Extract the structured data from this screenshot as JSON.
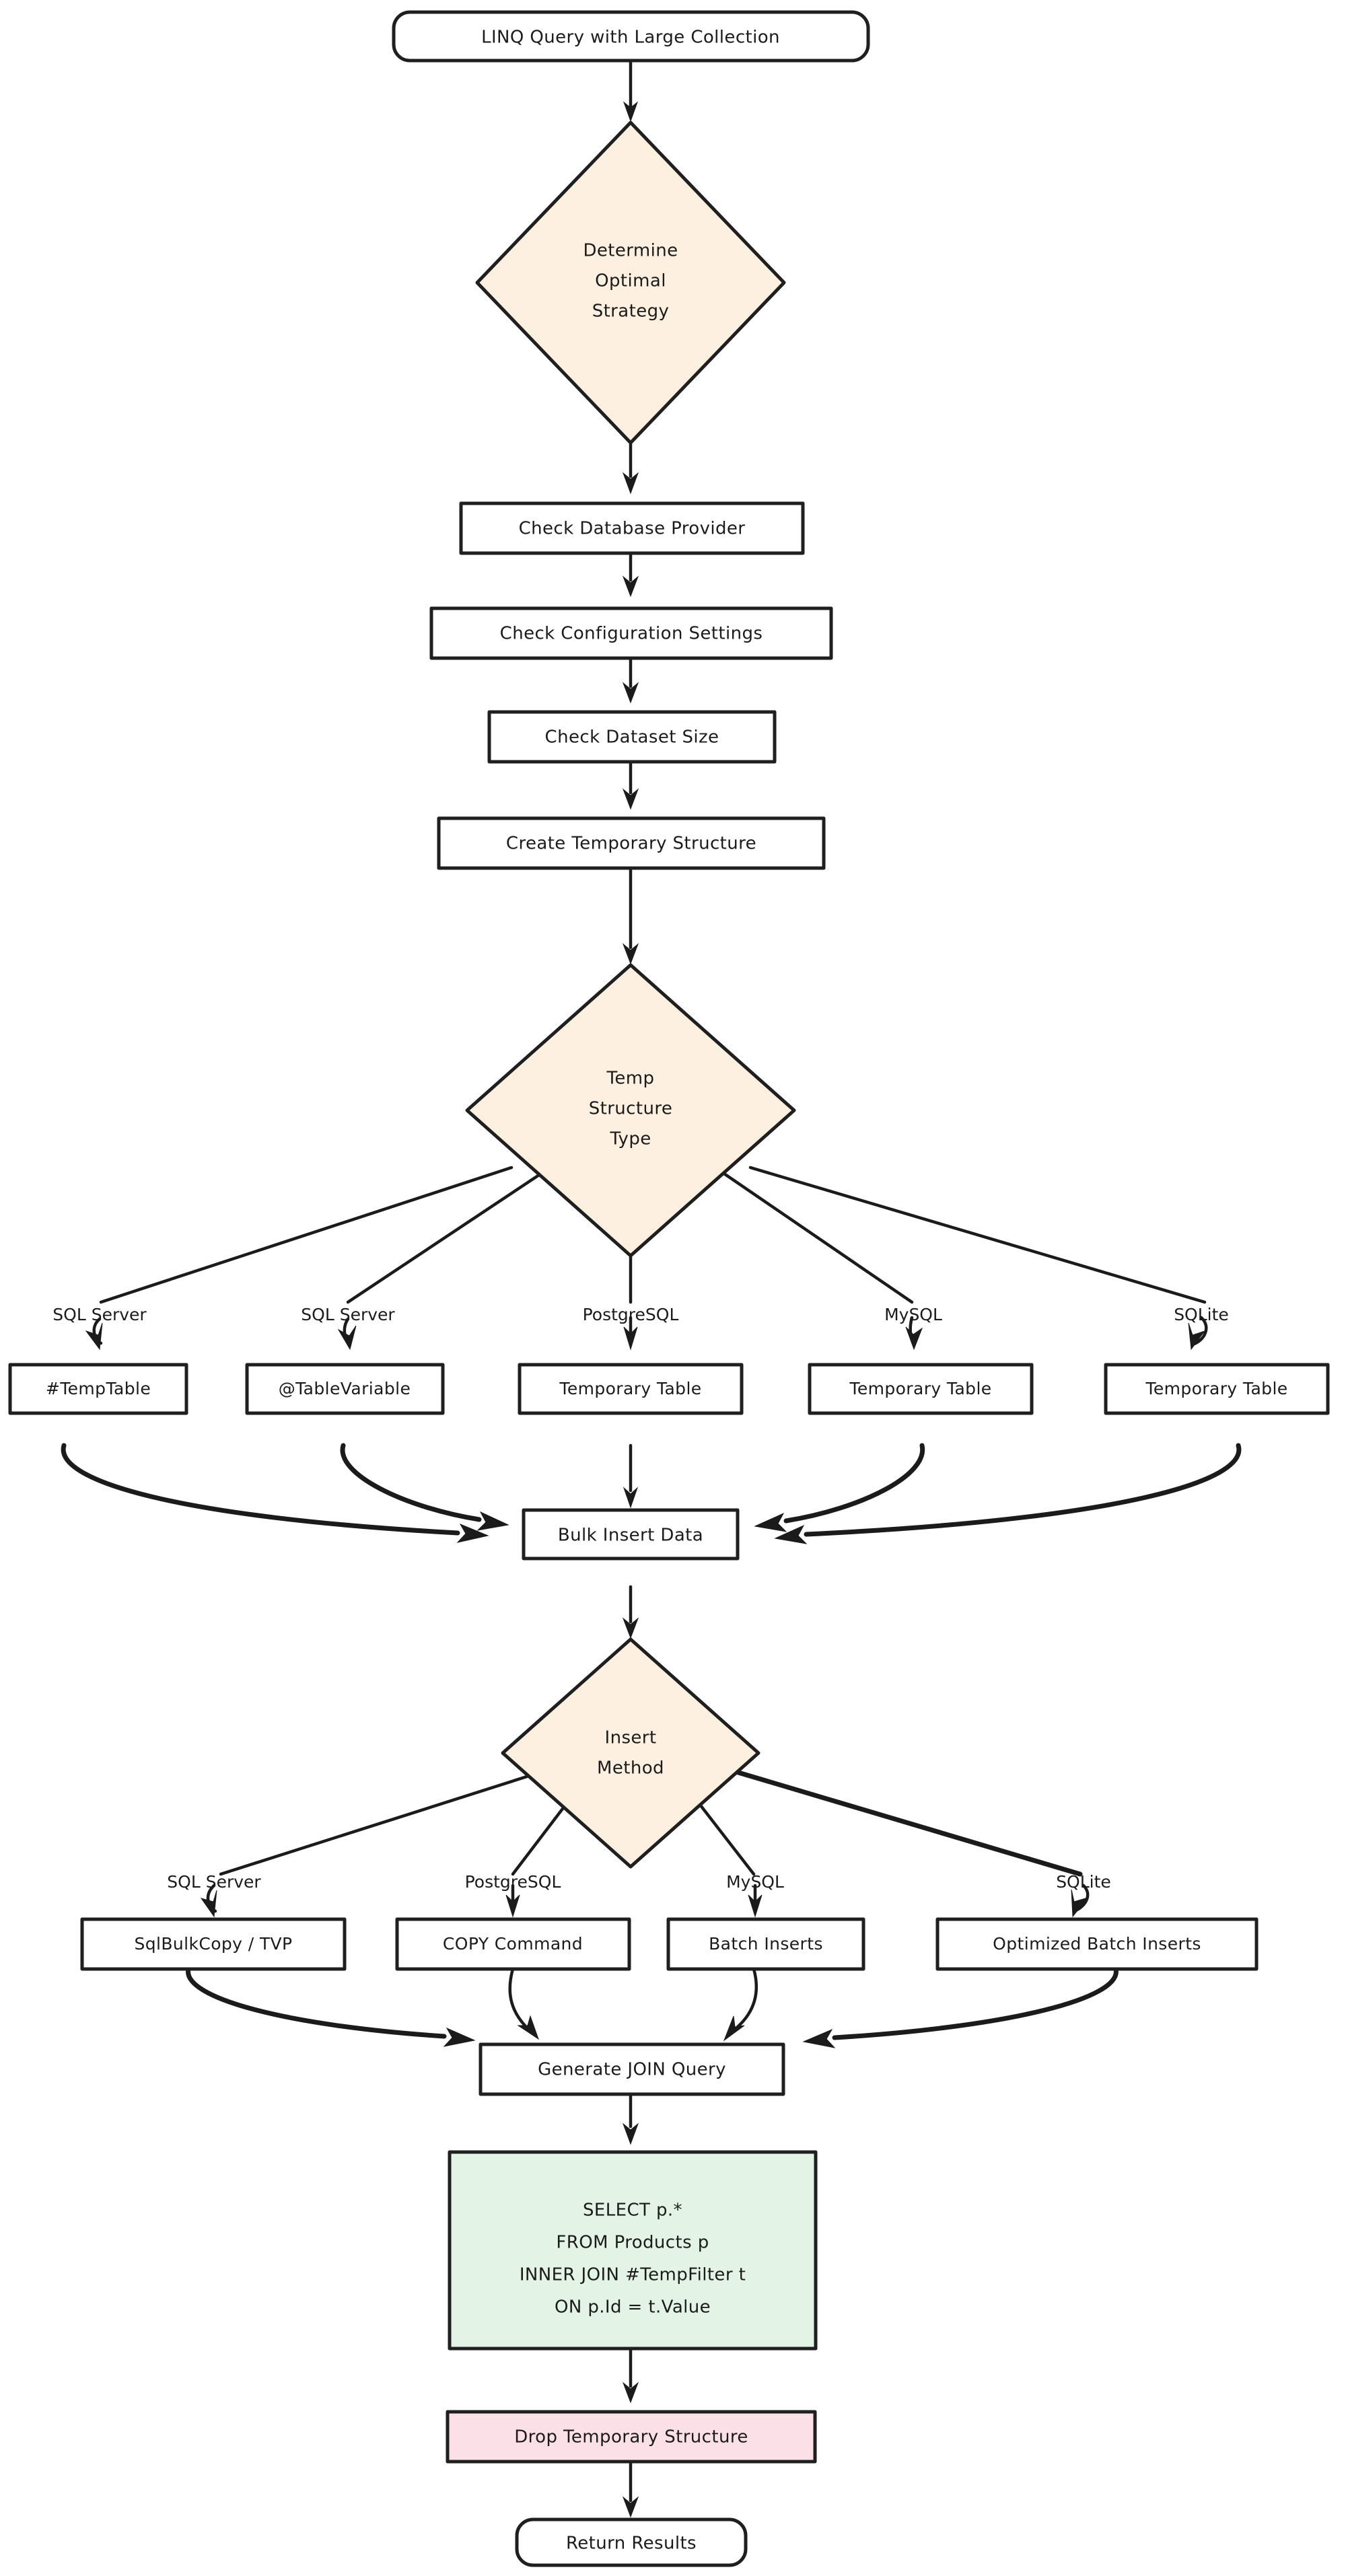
{
  "diagram": {
    "type": "flowchart",
    "direction": "top-to-bottom",
    "style": "hand-drawn",
    "background_color": "#ffffff",
    "palette": {
      "decision_fill": "#fdf0e0",
      "process_fill": "#ffffff",
      "query_fill": "#e3f3e5",
      "cleanup_fill": "#fbe0e8",
      "stroke": "#1b1b1b"
    },
    "nodes": {
      "start": {
        "label": "LINQ Query with Large Collection",
        "shape": "stadium",
        "fill": "#ffffff"
      },
      "determine_strategy": {
        "label_lines": [
          "Determine",
          "Optimal",
          "Strategy"
        ],
        "shape": "diamond",
        "fill": "#fdf0e0"
      },
      "check_provider": {
        "label": "Check Database Provider",
        "shape": "rect",
        "fill": "#ffffff"
      },
      "check_config": {
        "label": "Check Configuration Settings",
        "shape": "rect",
        "fill": "#ffffff"
      },
      "check_dataset": {
        "label": "Check Dataset Size",
        "shape": "rect",
        "fill": "#ffffff"
      },
      "create_temp": {
        "label": "Create Temporary Structure",
        "shape": "rect",
        "fill": "#ffffff"
      },
      "temp_type": {
        "label_lines": [
          "Temp",
          "Structure",
          "Type"
        ],
        "shape": "diamond",
        "fill": "#fdf0e0"
      },
      "temp_table_hash": {
        "label": "#TempTable",
        "shape": "rect",
        "fill": "#ffffff"
      },
      "table_variable": {
        "label": "@TableVariable",
        "shape": "rect",
        "fill": "#ffffff"
      },
      "pg_temp_table": {
        "label": "Temporary Table",
        "shape": "rect",
        "fill": "#ffffff"
      },
      "mysql_temp_table": {
        "label": "Temporary Table",
        "shape": "rect",
        "fill": "#ffffff"
      },
      "sqlite_temp_table": {
        "label": "Temporary Table",
        "shape": "rect",
        "fill": "#ffffff"
      },
      "bulk_insert": {
        "label": "Bulk Insert Data",
        "shape": "rect",
        "fill": "#ffffff"
      },
      "insert_method": {
        "label_lines": [
          "Insert",
          "Method"
        ],
        "shape": "diamond",
        "fill": "#fdf0e0"
      },
      "sqlbulkcopy": {
        "label": "SqlBulkCopy / TVP",
        "shape": "rect",
        "fill": "#ffffff"
      },
      "copy_command": {
        "label": "COPY Command",
        "shape": "rect",
        "fill": "#ffffff"
      },
      "batch_inserts": {
        "label": "Batch Inserts",
        "shape": "rect",
        "fill": "#ffffff"
      },
      "optimized_batch": {
        "label": "Optimized Batch Inserts",
        "shape": "rect",
        "fill": "#ffffff"
      },
      "generate_join": {
        "label": "Generate JOIN Query",
        "shape": "rect",
        "fill": "#ffffff"
      },
      "sql_query": {
        "label_lines": [
          "SELECT p.*",
          "FROM Products p",
          "INNER JOIN #TempFilter t",
          "ON p.Id = t.Value"
        ],
        "shape": "rect",
        "fill": "#e3f3e5"
      },
      "drop_temp": {
        "label": "Drop Temporary Structure",
        "shape": "rect",
        "fill": "#fbe0e8"
      },
      "return_results": {
        "label": "Return Results",
        "shape": "stadium",
        "fill": "#ffffff"
      }
    },
    "edge_labels": {
      "temp_type_sqlserver_1": "SQL Server",
      "temp_type_sqlserver_2": "SQL Server",
      "temp_type_postgresql": "PostgreSQL",
      "temp_type_mysql": "MySQL",
      "temp_type_sqlite": "SQLite",
      "insert_sqlserver": "SQL Server",
      "insert_postgresql": "PostgreSQL",
      "insert_mysql": "MySQL",
      "insert_sqlite": "SQLite"
    }
  }
}
